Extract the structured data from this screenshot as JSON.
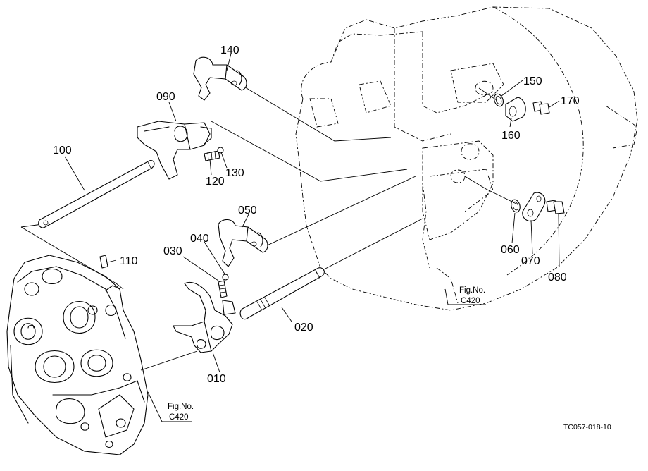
{
  "parts": {
    "p010": "010",
    "p020": "020",
    "p030": "030",
    "p040": "040",
    "p050": "050",
    "p060": "060",
    "p070": "070",
    "p080": "080",
    "p090": "090",
    "p100": "100",
    "p110": "110",
    "p120": "120",
    "p130": "130",
    "p140": "140",
    "p150": "150",
    "p160": "160",
    "p170": "170"
  },
  "figure_refs": {
    "right": {
      "caption": "Fig.No.",
      "number": "C420"
    },
    "left": {
      "caption": "Fig.No.",
      "number": "C420"
    }
  },
  "drawing_code": "TC057-018-10"
}
